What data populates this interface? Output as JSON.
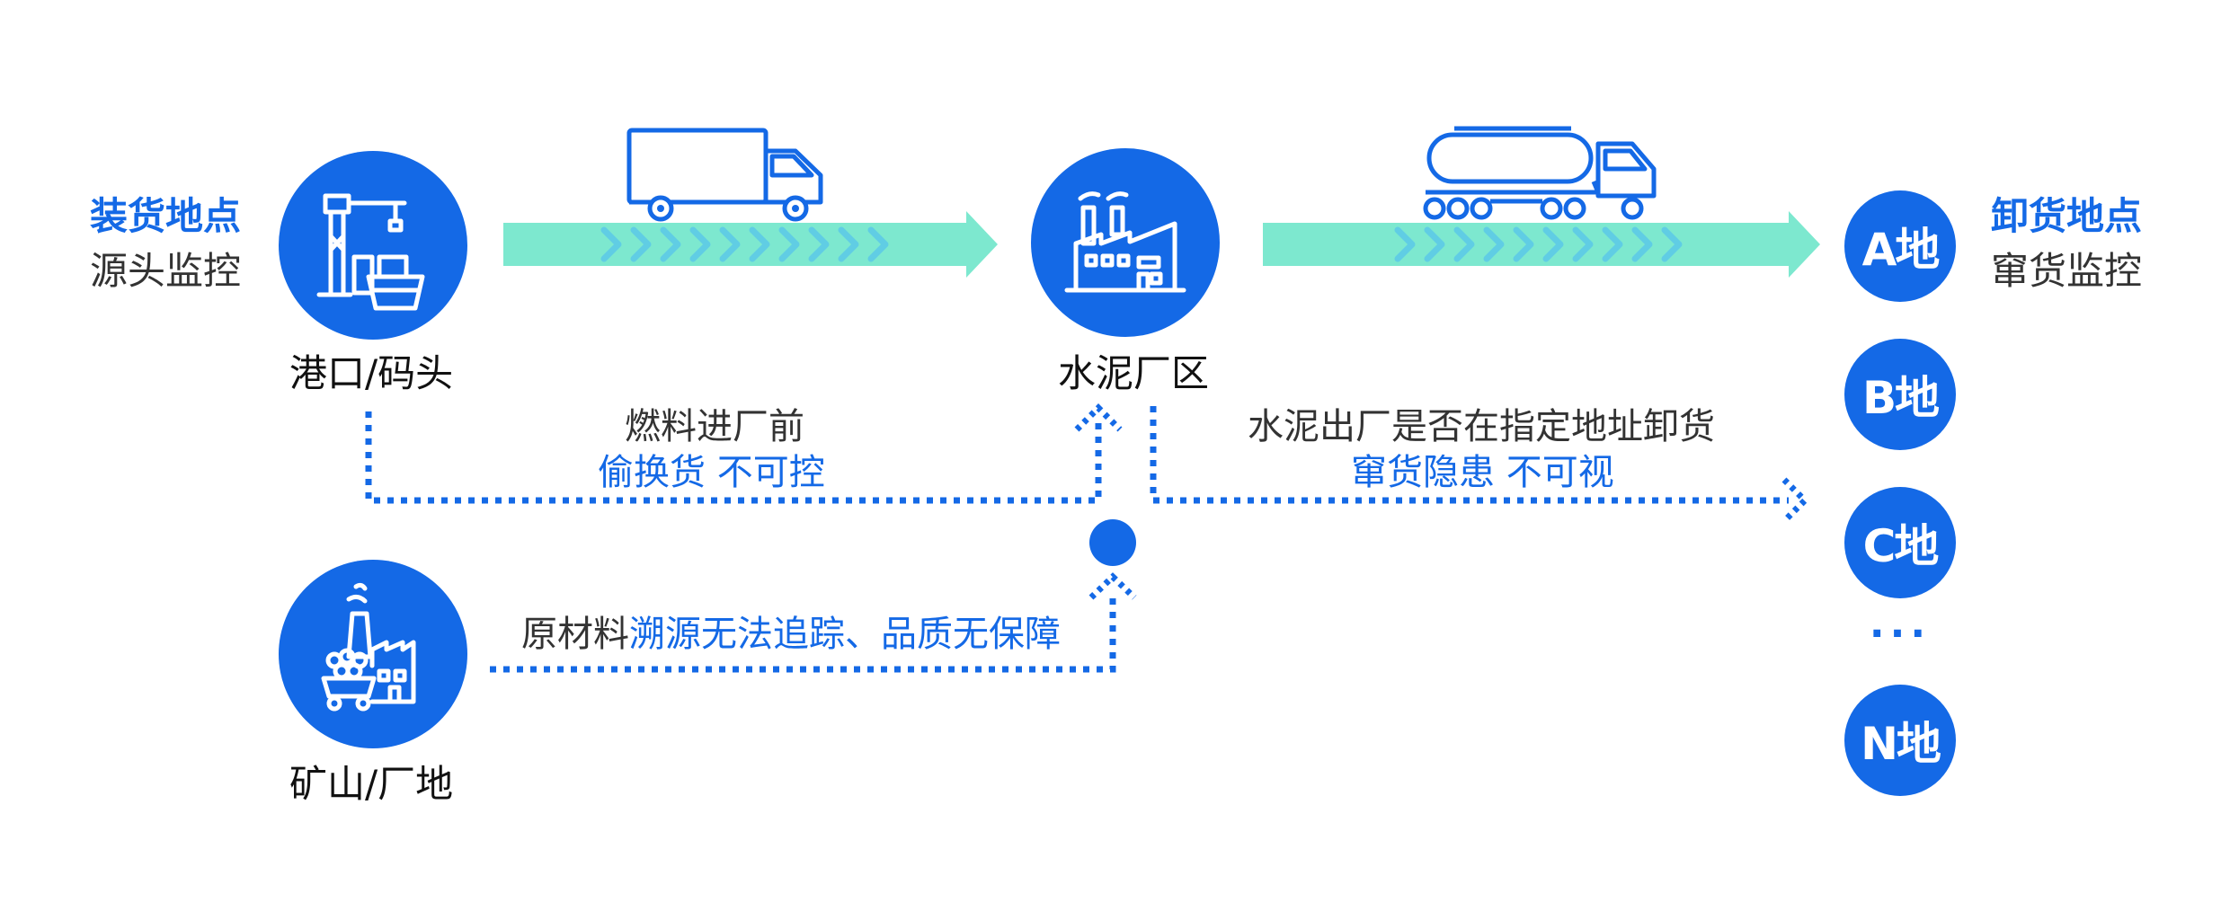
{
  "loading": {
    "title": "装货地点",
    "subtitle": "源头监控"
  },
  "unloading": {
    "title": "卸货地点",
    "subtitle": "窜货监控"
  },
  "nodes": {
    "port": "港口/码头",
    "cement_plant": "水泥厂区",
    "mine": "矿山/厂地"
  },
  "flows": {
    "fuel_note_line1": "燃料进厂前",
    "fuel_note_line2": "偷换货 不可控",
    "cement_note_line1": "水泥出厂是否在指定地址卸货",
    "cement_note_line2": "窜货隐患 不可视",
    "raw_note_part1": "原材料",
    "raw_note_part2": "溯源无法追踪、品质无保障"
  },
  "destinations": [
    "A地",
    "B地",
    "C地",
    "N地"
  ],
  "ellipsis": "···",
  "colors": {
    "primary_blue": "#1469e6",
    "arrow_green": "#7de8cf",
    "text_dark": "#333333"
  },
  "icons": [
    "crane-ship-icon",
    "factory-icon",
    "mine-factory-icon",
    "box-truck-icon",
    "tanker-truck-icon"
  ]
}
